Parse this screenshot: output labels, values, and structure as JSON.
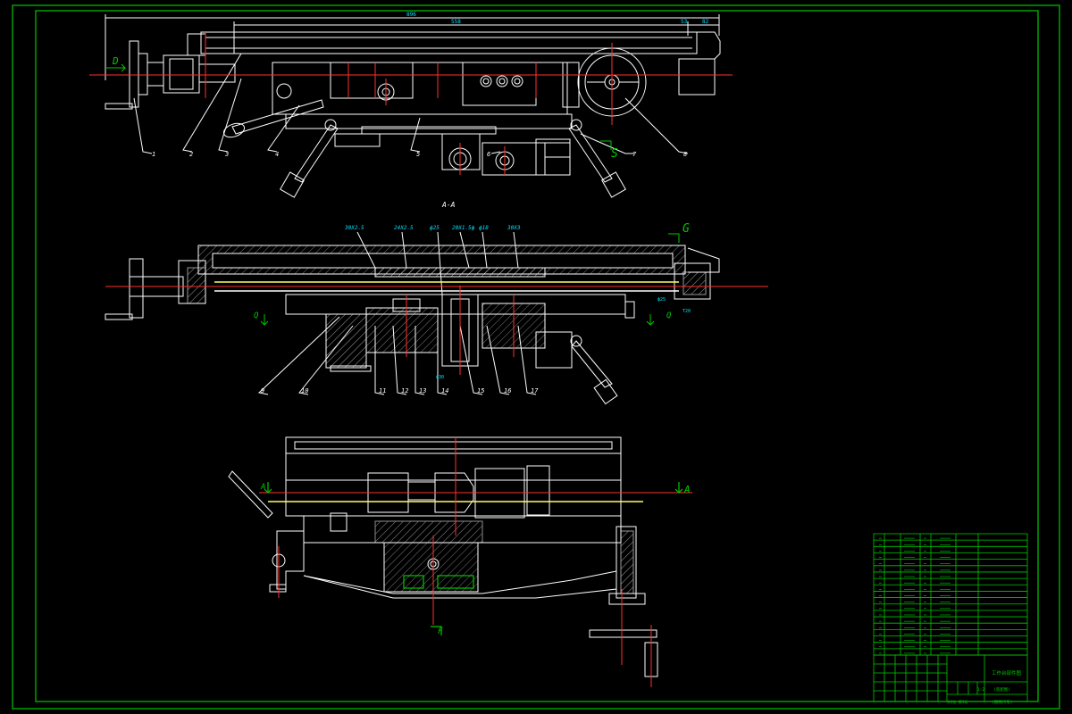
{
  "view_labels": {
    "section_aa": "A-A",
    "arrow_d": "D",
    "arrow_s": "S",
    "arrow_g": "G",
    "arrow_q_left": "Q",
    "arrow_q_right": "Q",
    "arrow_a_left": "A",
    "arrow_a_right": "A",
    "arrow_f": "F"
  },
  "top_view": {
    "dim_overall": "896",
    "dim_middle": "558",
    "dim_right_a": "53",
    "dim_right_b": "82",
    "part_labels": [
      "1",
      "2",
      "3",
      "4",
      "5",
      "6",
      "7",
      "8"
    ]
  },
  "middle_view": {
    "callouts": [
      "30X2.5",
      "24X2.5",
      "ф25",
      "20X1.5ф",
      "ф18",
      "30X3"
    ],
    "part_labels": [
      "9",
      "10",
      "11",
      "12",
      "13",
      "14",
      "15",
      "16",
      "17"
    ],
    "notes": [
      "ф25",
      "T20"
    ],
    "stamp": "ф30"
  },
  "title_block": {
    "title": "工作台部件图",
    "subtitle": "(装配图)",
    "scale": "1:2",
    "code": "(图样代号)",
    "sheet_note": "共1张 第1张"
  },
  "colors": {
    "frame": "#00c800",
    "line": "#ffffff",
    "center": "#ff3030",
    "hatch": "#ffffff",
    "dim": "#00e0ff",
    "accent": "#ffff60"
  }
}
